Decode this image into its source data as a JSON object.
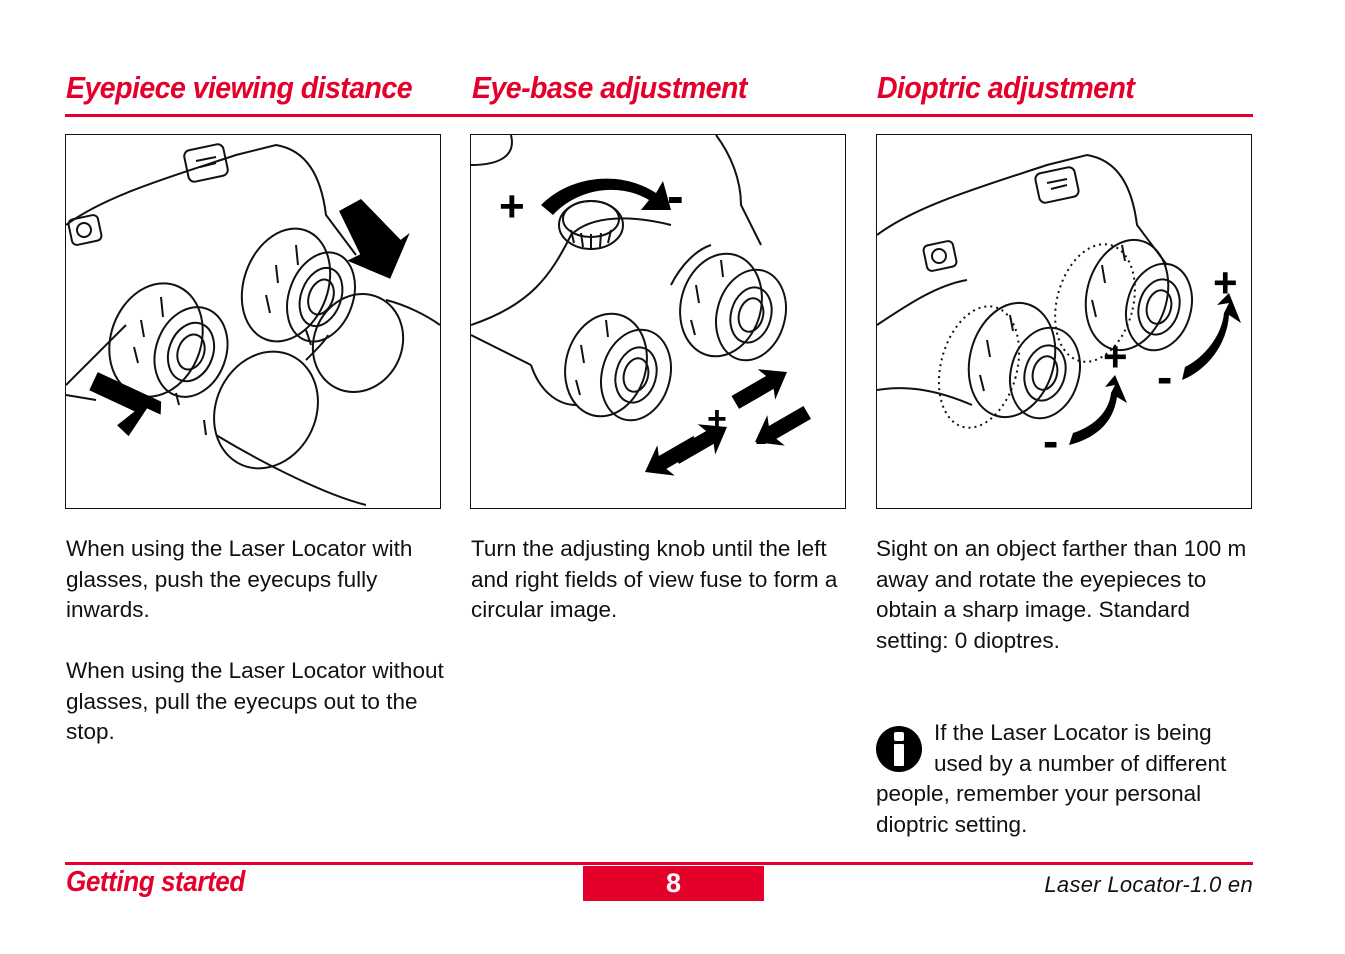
{
  "columns": [
    {
      "heading": "Eyepiece viewing distance",
      "paragraphs": [
        "When using the Laser Locator with glasses, push the eyecups fully inwards.",
        "When using the Laser Locator without glasses, pull the eyecups out to the stop."
      ]
    },
    {
      "heading": "Eye-base adjustment",
      "paragraphs": [
        "Turn the adjusting knob until the left and right fields of view fuse to form a circular image."
      ],
      "figure_labels": {
        "knob_plus": "+",
        "knob_minus": "-",
        "base_plus": "+",
        "base_minus": "-"
      }
    },
    {
      "heading": "Dioptric adjustment",
      "paragraphs": [
        "Sight on an object farther than 100 m away and rotate the eyepieces to obtain a sharp image. Standard setting: 0 dioptres."
      ],
      "note": "If the Laser Locator is being used by a number of different people, remember your personal dioptric setting.",
      "figure_labels": {
        "right_plus": "+",
        "right_minus": "-",
        "left_plus": "+",
        "left_minus": "-"
      }
    }
  ],
  "footer": {
    "section": "Getting started",
    "page": "8",
    "doc": "Laser Locator-1.0 en"
  },
  "colors": {
    "accent": "#e4002b",
    "text": "#111111"
  },
  "icons": {
    "note": "info-icon"
  }
}
